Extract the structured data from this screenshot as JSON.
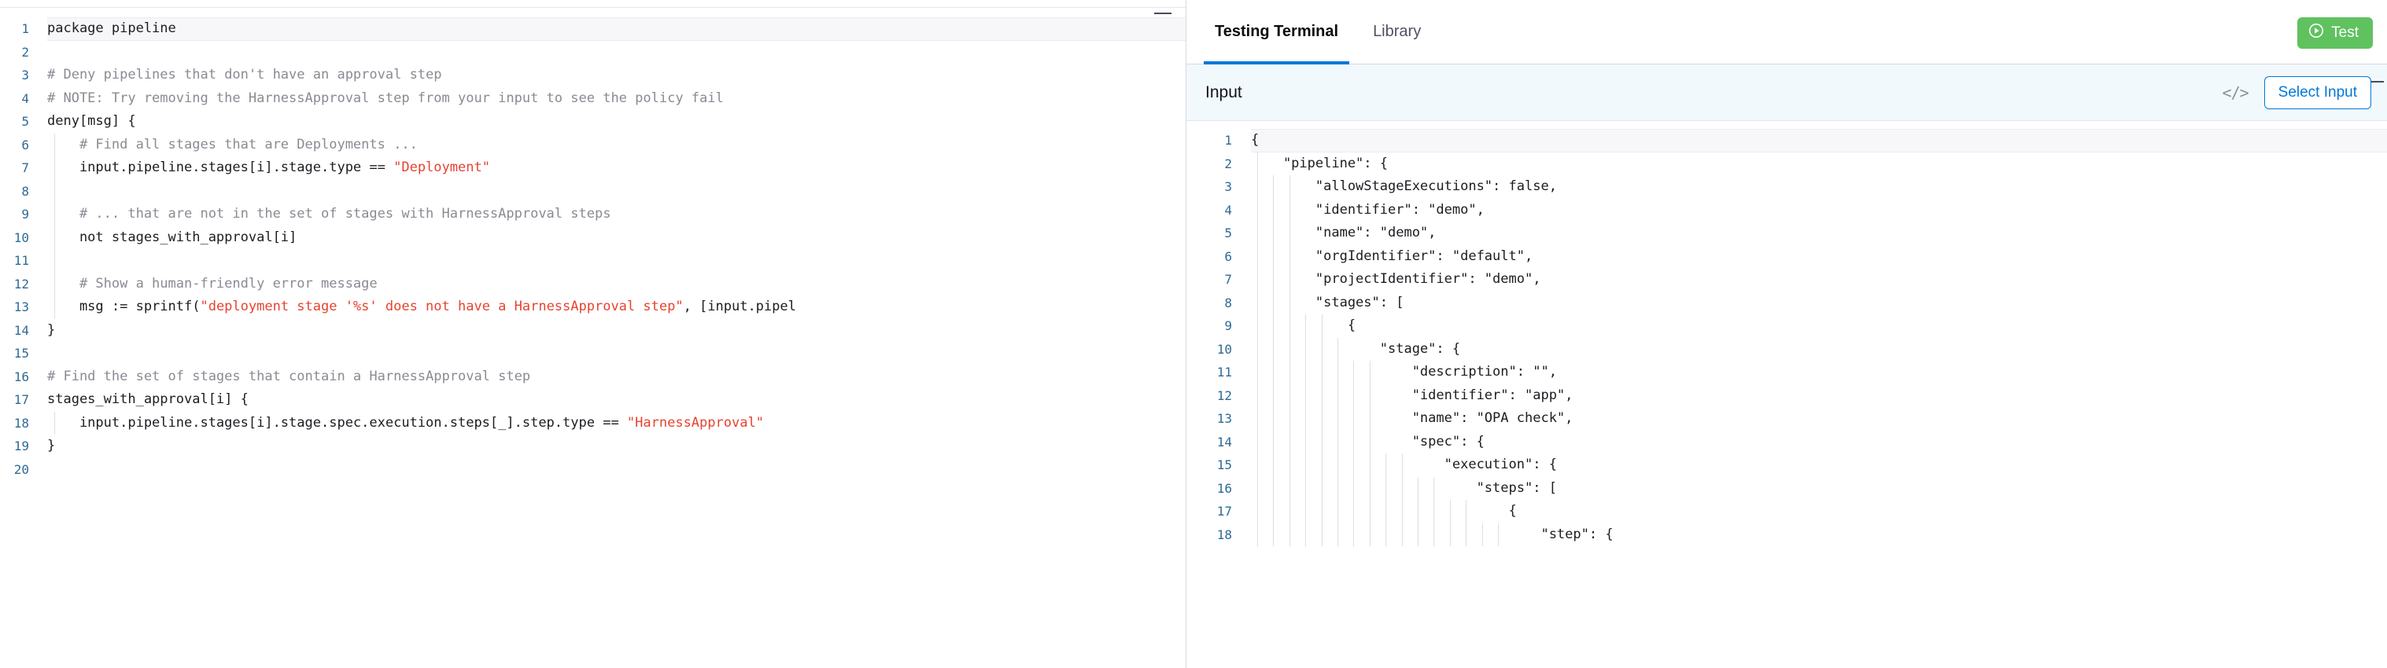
{
  "editor": {
    "name": "rego-policy-editor",
    "minimize_label": "—",
    "line_numbers": [
      1,
      2,
      3,
      4,
      5,
      6,
      7,
      8,
      9,
      10,
      11,
      12,
      13,
      14,
      15,
      16,
      17,
      18,
      19,
      20
    ],
    "lines": [
      {
        "n": 1,
        "indent": 0,
        "segments": [
          {
            "t": "code",
            "text": "package pipeline"
          }
        ]
      },
      {
        "n": 2,
        "indent": 0,
        "segments": []
      },
      {
        "n": 3,
        "indent": 0,
        "segments": [
          {
            "t": "comment",
            "text": "# Deny pipelines that don't have an approval step"
          }
        ]
      },
      {
        "n": 4,
        "indent": 0,
        "segments": [
          {
            "t": "comment",
            "text": "# NOTE: Try removing the HarnessApproval step from your input to see the policy fail"
          }
        ]
      },
      {
        "n": 5,
        "indent": 0,
        "segments": [
          {
            "t": "code",
            "text": "deny[msg] {"
          }
        ]
      },
      {
        "n": 6,
        "indent": 1,
        "segments": [
          {
            "t": "comment",
            "text": "    # Find all stages that are Deployments ..."
          }
        ]
      },
      {
        "n": 7,
        "indent": 1,
        "segments": [
          {
            "t": "code",
            "text": "    input.pipeline.stages[i].stage.type == "
          },
          {
            "t": "string",
            "text": "\"Deployment\""
          }
        ]
      },
      {
        "n": 8,
        "indent": 1,
        "segments": []
      },
      {
        "n": 9,
        "indent": 1,
        "segments": [
          {
            "t": "comment",
            "text": "    # ... that are not in the set of stages with HarnessApproval steps"
          }
        ]
      },
      {
        "n": 10,
        "indent": 1,
        "segments": [
          {
            "t": "code",
            "text": "    not stages_with_approval[i]"
          }
        ]
      },
      {
        "n": 11,
        "indent": 1,
        "segments": []
      },
      {
        "n": 12,
        "indent": 1,
        "segments": [
          {
            "t": "comment",
            "text": "    # Show a human-friendly error message"
          }
        ]
      },
      {
        "n": 13,
        "indent": 1,
        "segments": [
          {
            "t": "code",
            "text": "    msg := sprintf("
          },
          {
            "t": "string",
            "text": "\"deployment stage '%s' does not have a HarnessApproval step\""
          },
          {
            "t": "code",
            "text": ", [input.pipel"
          }
        ]
      },
      {
        "n": 14,
        "indent": 0,
        "segments": [
          {
            "t": "code",
            "text": "}"
          }
        ]
      },
      {
        "n": 15,
        "indent": 0,
        "segments": []
      },
      {
        "n": 16,
        "indent": 0,
        "segments": [
          {
            "t": "comment",
            "text": "# Find the set of stages that contain a HarnessApproval step"
          }
        ]
      },
      {
        "n": 17,
        "indent": 0,
        "segments": [
          {
            "t": "code",
            "text": "stages_with_approval[i] {"
          }
        ]
      },
      {
        "n": 18,
        "indent": 1,
        "segments": [
          {
            "t": "code",
            "text": "    input.pipeline.stages[i].stage.spec.execution.steps[_].step.type == "
          },
          {
            "t": "string",
            "text": "\"HarnessApproval\""
          }
        ]
      },
      {
        "n": 19,
        "indent": 0,
        "segments": [
          {
            "t": "code",
            "text": "}"
          }
        ]
      },
      {
        "n": 20,
        "indent": 0,
        "segments": []
      }
    ]
  },
  "right": {
    "tabs": [
      {
        "label": "Testing Terminal",
        "active": true
      },
      {
        "label": "Library",
        "active": false
      }
    ],
    "test_button": {
      "label": "Test",
      "icon": "play-circle-icon",
      "color": "#5fc25f"
    },
    "input_bar": {
      "label": "Input",
      "code_toggle_icon": "</>",
      "select_input_label": "Select Input",
      "accent": "#0278d5",
      "background": "#f2f9fd"
    },
    "minimize_label": "—",
    "json_line_numbers": [
      1,
      2,
      3,
      4,
      5,
      6,
      7,
      8,
      9,
      10,
      11,
      12,
      13,
      14,
      15,
      16,
      17,
      18
    ],
    "json_lines": [
      {
        "n": 1,
        "guides": 0,
        "text": "{"
      },
      {
        "n": 2,
        "guides": 1,
        "text": "    \"pipeline\": {"
      },
      {
        "n": 3,
        "guides": 3,
        "text": "        \"allowStageExecutions\": false,"
      },
      {
        "n": 4,
        "guides": 3,
        "text": "        \"identifier\": \"demo\","
      },
      {
        "n": 5,
        "guides": 3,
        "text": "        \"name\": \"demo\","
      },
      {
        "n": 6,
        "guides": 3,
        "text": "        \"orgIdentifier\": \"default\","
      },
      {
        "n": 7,
        "guides": 3,
        "text": "        \"projectIdentifier\": \"demo\","
      },
      {
        "n": 8,
        "guides": 3,
        "text": "        \"stages\": ["
      },
      {
        "n": 9,
        "guides": 5,
        "text": "            {"
      },
      {
        "n": 10,
        "guides": 6,
        "text": "                \"stage\": {"
      },
      {
        "n": 11,
        "guides": 8,
        "text": "                    \"description\": \"\","
      },
      {
        "n": 12,
        "guides": 8,
        "text": "                    \"identifier\": \"app\","
      },
      {
        "n": 13,
        "guides": 8,
        "text": "                    \"name\": \"OPA check\","
      },
      {
        "n": 14,
        "guides": 8,
        "text": "                    \"spec\": {"
      },
      {
        "n": 15,
        "guides": 10,
        "text": "                        \"execution\": {"
      },
      {
        "n": 16,
        "guides": 12,
        "text": "                            \"steps\": ["
      },
      {
        "n": 17,
        "guides": 14,
        "text": "                                {"
      },
      {
        "n": 18,
        "guides": 16,
        "text": "                                    \"step\": {"
      }
    ]
  }
}
